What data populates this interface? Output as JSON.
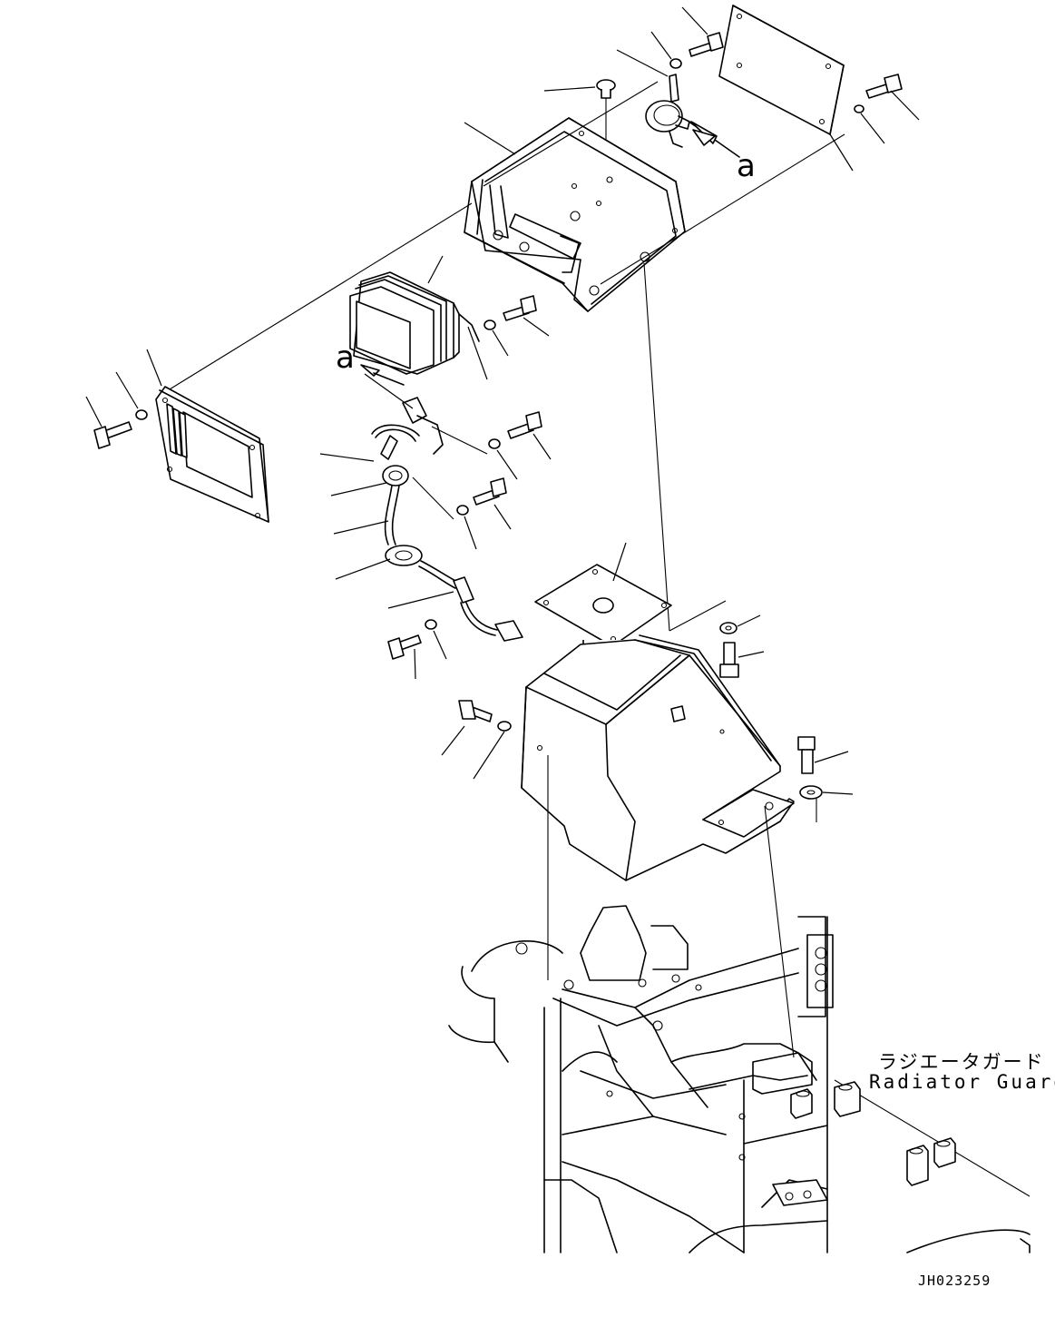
{
  "labels": {
    "radiator_guard_jp": "ラジエータガード",
    "radiator_guard_en": "Radiator Guard",
    "view_marker_upper": "a",
    "view_marker_lower": "a",
    "drawing_number": "JH023259"
  },
  "parts": [
    "lamp-cover-upper",
    "lamp-cover-top-plate",
    "reflector-lamp",
    "work-lamp",
    "lamp-lens-bezel",
    "lamp-wiring-harness",
    "lamp-bracket-base",
    "radiator-guard-frame"
  ]
}
